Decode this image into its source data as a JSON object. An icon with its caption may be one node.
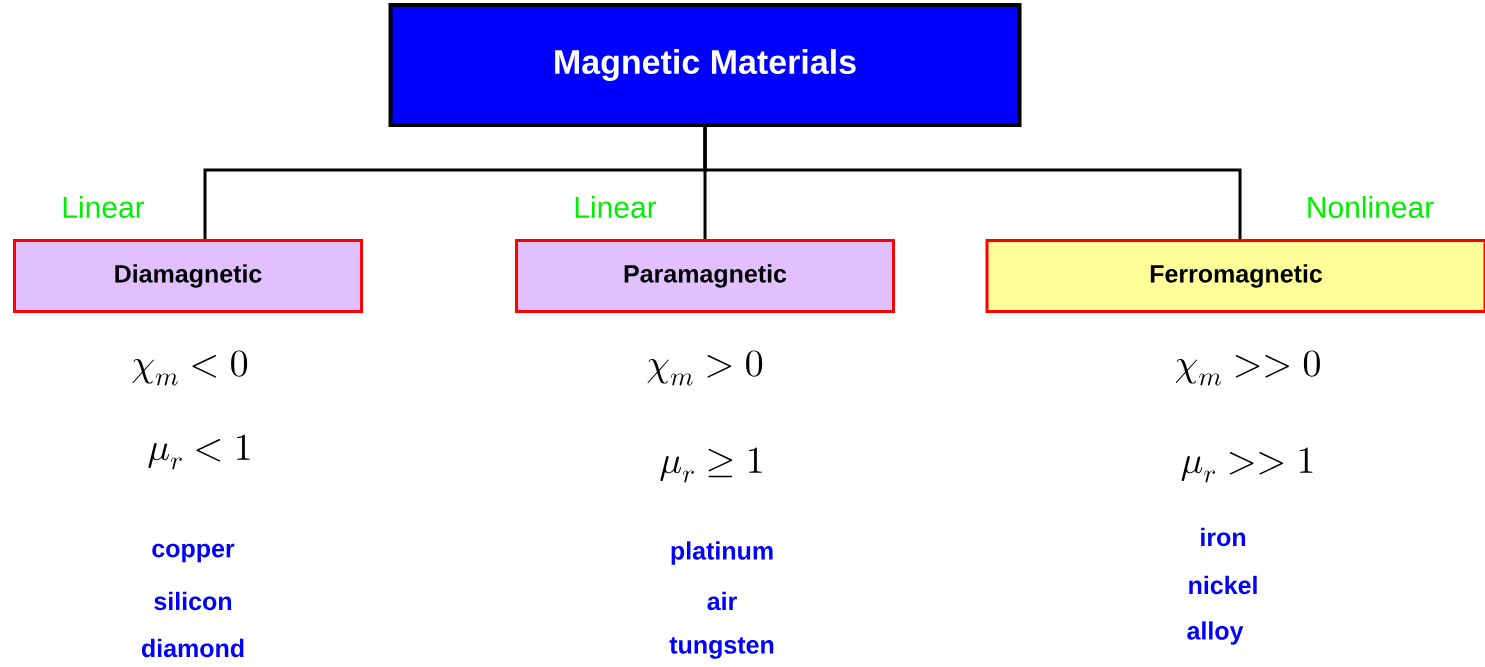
{
  "diagram": {
    "nodes": [
      {
        "text": [
          "Magnetic Materials"
        ]
      },
      {
        "text": [
          "Diamagnetic"
        ],
        "beside": [
          "Linear"
        ]
      },
      {
        "text": [
          "Paramagnetic"
        ],
        "beside": [
          "Linear"
        ]
      },
      {
        "text": [
          "Ferromagnetic"
        ],
        "beside": [
          "Nonlinear"
        ]
      }
    ],
    "edges": [
      {
        "from": 0,
        "to": 1,
        "arrow": "none"
      },
      {
        "from": 0,
        "to": 2,
        "arrow": "none"
      },
      {
        "from": 0,
        "to": 3,
        "arrow": "none"
      }
    ],
    "labels": [
      "\\chi_{m} < 0",
      "\\mu_{r} < 1",
      "copper",
      "silicon",
      "diamond",
      "\\chi_{m} > 0",
      "\\mu_{r} \\geq 1",
      "platinum",
      "air",
      "tungsten",
      "\\chi_{m} >> 0",
      "\\mu_{r} >> 1",
      "iron",
      "nickel",
      "alloy"
    ]
  }
}
